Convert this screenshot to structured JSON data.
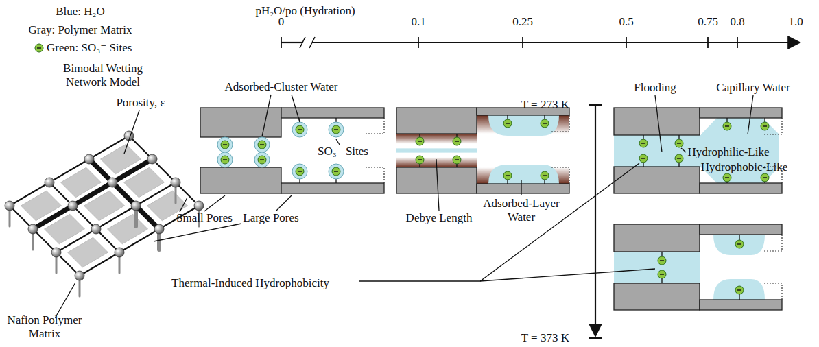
{
  "diagram": {
    "labels": [
      "Blue: H₂O",
      "Gray: Polymer Matrix",
      "Green: SO₃⁻ Sites",
      "Bimodal Wetting Network Model",
      "Porosity, ε",
      "Small Pores",
      "Large Pores",
      "Nafion Polymer Matrix",
      "pH₂O/po (Hydration)",
      "0",
      "0.1",
      "0.25",
      "0.5",
      "0.75",
      "0.8",
      "1.0",
      "Adsorbed-Cluster Water",
      "SO₃⁻ Sites",
      "Debye Length",
      "Adsorbed-Layer Water",
      "T = 273 K",
      "Flooding",
      "Capillary Water",
      "Hydrophilic-Like",
      "Hydrophobic-Like",
      "Thermal-Induced Hydrophobicity",
      "T = 373 K"
    ]
  }
}
